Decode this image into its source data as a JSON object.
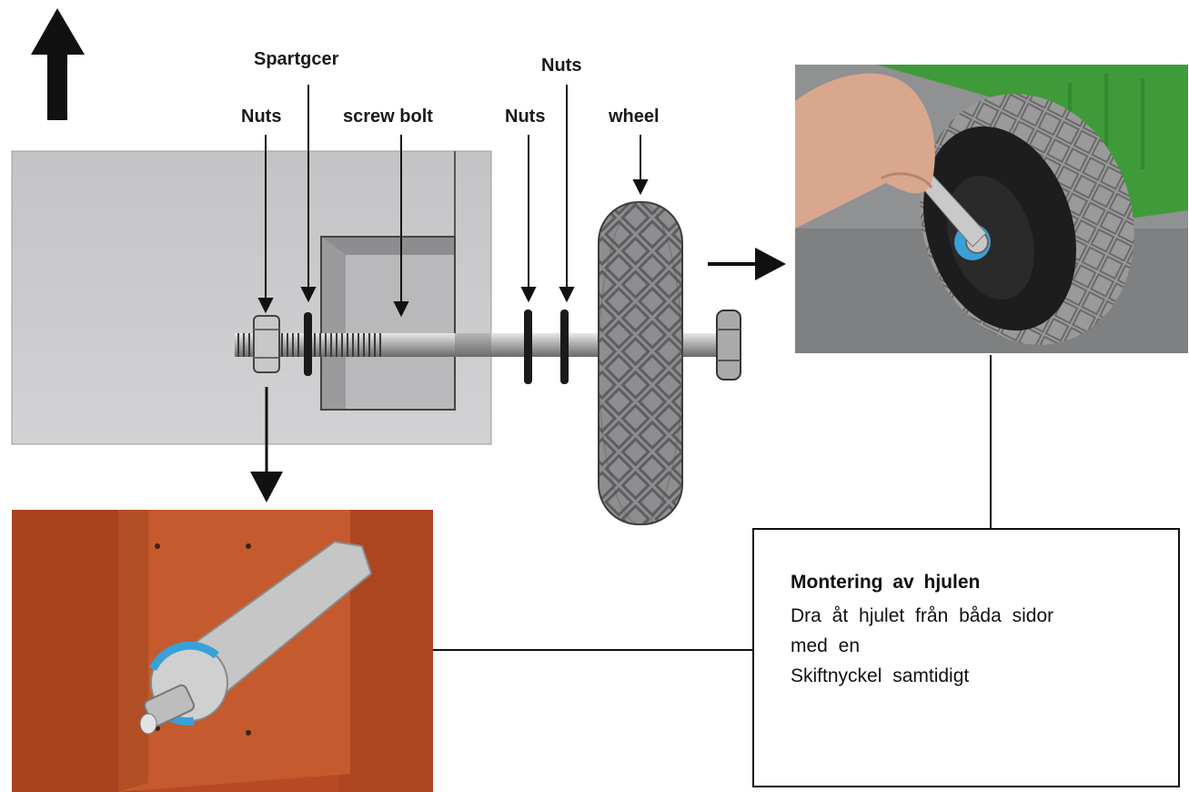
{
  "labels": {
    "spacer": "Spartgcer",
    "nuts_left": "Nuts",
    "screw_bolt": "screw bolt",
    "nuts_mid": "Nuts",
    "nuts_top": "Nuts",
    "wheel": "wheel"
  },
  "info": {
    "title": "Montering av hjulen",
    "line1": "Dra åt hjulet från båda sidor",
    "line2": "med en",
    "line3": "Skiftnyckel samtidigt"
  },
  "colors": {
    "panel": "#c9c9cb",
    "wood": "#c2562e",
    "tire": "#8a8a8c",
    "turf": "#3f9a3a",
    "wrench_accent": "#3aa0d8"
  }
}
